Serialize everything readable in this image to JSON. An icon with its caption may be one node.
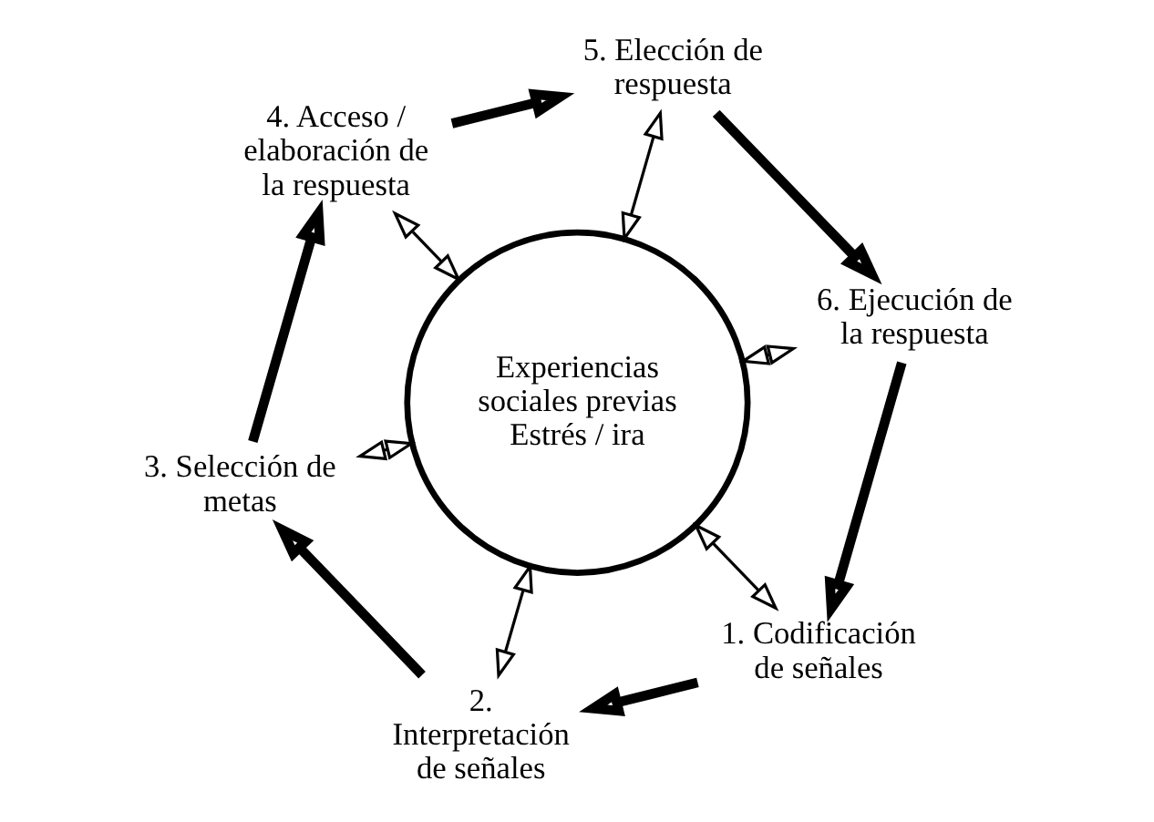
{
  "diagram": {
    "nodes": [
      {
        "text": [
          "Experiencias sociales previas",
          "Estrés / ira"
        ]
      },
      {
        "text": [
          "1. Codificación de señales"
        ]
      },
      {
        "text": [
          "2. Interpretación de señales"
        ]
      },
      {
        "text": [
          "3. Selección de metas"
        ]
      },
      {
        "text": [
          "4. Acceso / elaboración de la respuesta"
        ]
      },
      {
        "text": [
          "5. Elección de respuesta"
        ]
      },
      {
        "text": [
          "6. Ejecución de la respuesta"
        ]
      }
    ],
    "edges": [
      {
        "from": 1,
        "to": 2,
        "arrow": "to",
        "style": "thick"
      },
      {
        "from": 2,
        "to": 3,
        "arrow": "to",
        "style": "thick"
      },
      {
        "from": 3,
        "to": 4,
        "arrow": "to",
        "style": "thick"
      },
      {
        "from": 4,
        "to": 5,
        "arrow": "to",
        "style": "thick"
      },
      {
        "from": 5,
        "to": 6,
        "arrow": "to",
        "style": "thick"
      },
      {
        "from": 6,
        "to": 1,
        "arrow": "to",
        "style": "thick"
      },
      {
        "from": 0,
        "to": 1,
        "arrow": "both"
      },
      {
        "from": 0,
        "to": 2,
        "arrow": "both"
      },
      {
        "from": 3,
        "to": 0,
        "arrow": "both"
      },
      {
        "from": 4,
        "to": 0,
        "arrow": "both"
      },
      {
        "from": 5,
        "to": 0,
        "arrow": "both"
      },
      {
        "from": 0,
        "to": 6,
        "arrow": "both"
      }
    ]
  }
}
